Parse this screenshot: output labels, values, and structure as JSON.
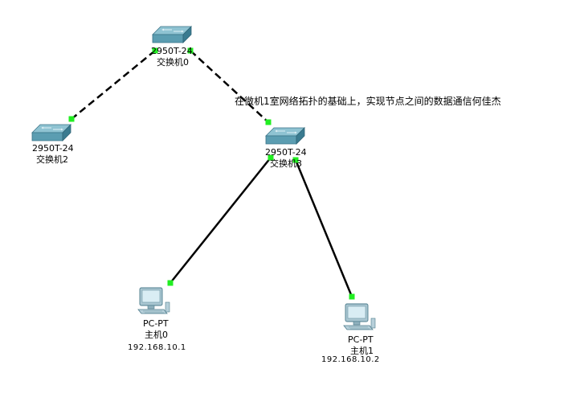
{
  "annotation": "在微机1室网络拓扑的基础上，实现节点之间的数据通信何佳杰",
  "devices": {
    "switch0": {
      "model": "2950T-24",
      "name": "交换机0",
      "icon": "switch-icon"
    },
    "switch2": {
      "model": "2950T-24",
      "name": "交换机2",
      "icon": "switch-icon"
    },
    "switch3": {
      "model": "2950T-24",
      "name": "交换机3",
      "icon": "switch-icon"
    },
    "pc0": {
      "model": "PC-PT",
      "name": "主机0",
      "ip": "192.168.10.1",
      "icon": "pc-icon"
    },
    "pc1": {
      "model": "PC-PT",
      "name": "主机1",
      "ip": "192.168.10.2",
      "icon": "pc-icon"
    }
  },
  "links": [
    {
      "from": "switch0",
      "to": "switch2",
      "style": "dashed"
    },
    {
      "from": "switch0",
      "to": "switch3",
      "style": "dashed"
    },
    {
      "from": "switch3",
      "to": "pc0",
      "style": "solid"
    },
    {
      "from": "switch3",
      "to": "pc1",
      "style": "solid"
    }
  ],
  "colors": {
    "link": "#000000",
    "port_up": "#22ee22",
    "switch_top": "#7fb8c8",
    "switch_side": "#3d7f94",
    "switch_front": "#5a9fb3",
    "pc_screen": "#cfe6ef",
    "pc_body": "#9ab9c6"
  }
}
